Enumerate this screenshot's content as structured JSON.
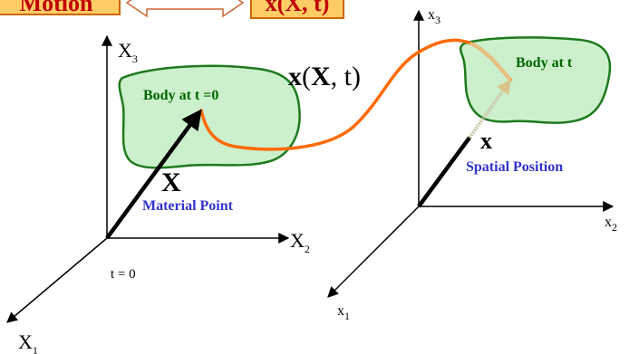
{
  "header": {
    "left_box_text": "Motion",
    "right_box_text": "x(X, t)"
  },
  "reference_frame": {
    "axis3_main": "X",
    "axis3_sub": "3",
    "axis2_main": "X",
    "axis2_sub": "2",
    "axis1_main": "X",
    "axis1_sub": "1",
    "time_label": "t = 0"
  },
  "spatial_frame": {
    "axis3_main": "x",
    "axis3_sub": "3",
    "axis2_main": "x",
    "axis2_sub": "2",
    "axis1_main": "x",
    "axis1_sub": "1"
  },
  "bodies": {
    "reference_label": "Body at t =0",
    "current_label": "Body at t"
  },
  "vectors": {
    "material_symbol": "X",
    "material_caption": "Material Point",
    "spatial_symbol": "x",
    "spatial_caption": "Spatial Position"
  },
  "motion": {
    "mapping_x": "x",
    "mapping_open": "(",
    "mapping_X": "X",
    "mapping_rest": ", t)"
  },
  "colors": {
    "header_fill": "#ffcc66",
    "header_border": "#cc6600",
    "header_text": "#c00000",
    "body_fill": "#ccf0cc",
    "body_border": "#1e7a1e",
    "body_text": "#006400",
    "caption_blue": "#3333cc",
    "motion_path": "#ff6a00"
  }
}
